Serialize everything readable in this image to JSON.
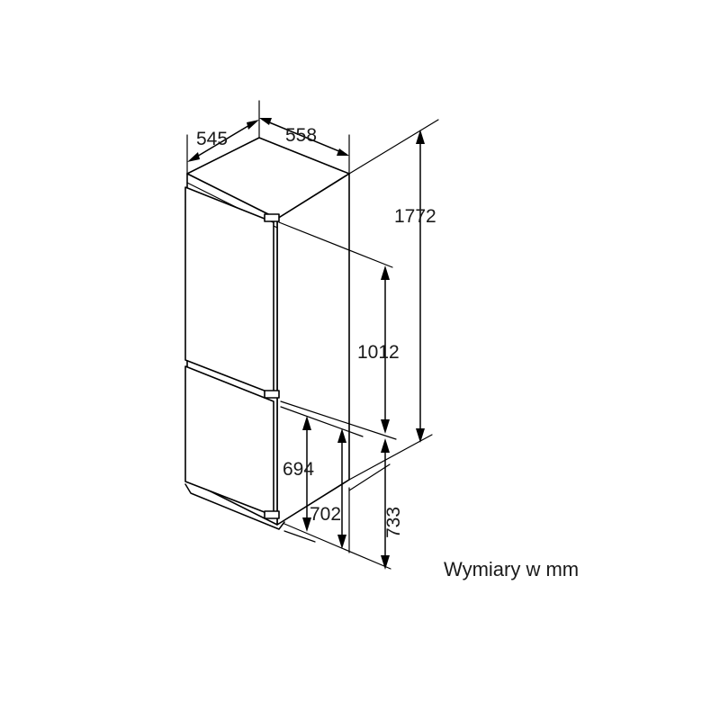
{
  "diagram": {
    "dimensions": {
      "depth": "545",
      "width": "558",
      "total_height": "1772",
      "upper_compartment_height": "1012",
      "lower_door_height": "694",
      "lower_compartment_height": "702",
      "lower_niche_height": "733"
    },
    "caption": "Wymiary w mm",
    "line_color": "#000000",
    "background_color": "#ffffff"
  }
}
